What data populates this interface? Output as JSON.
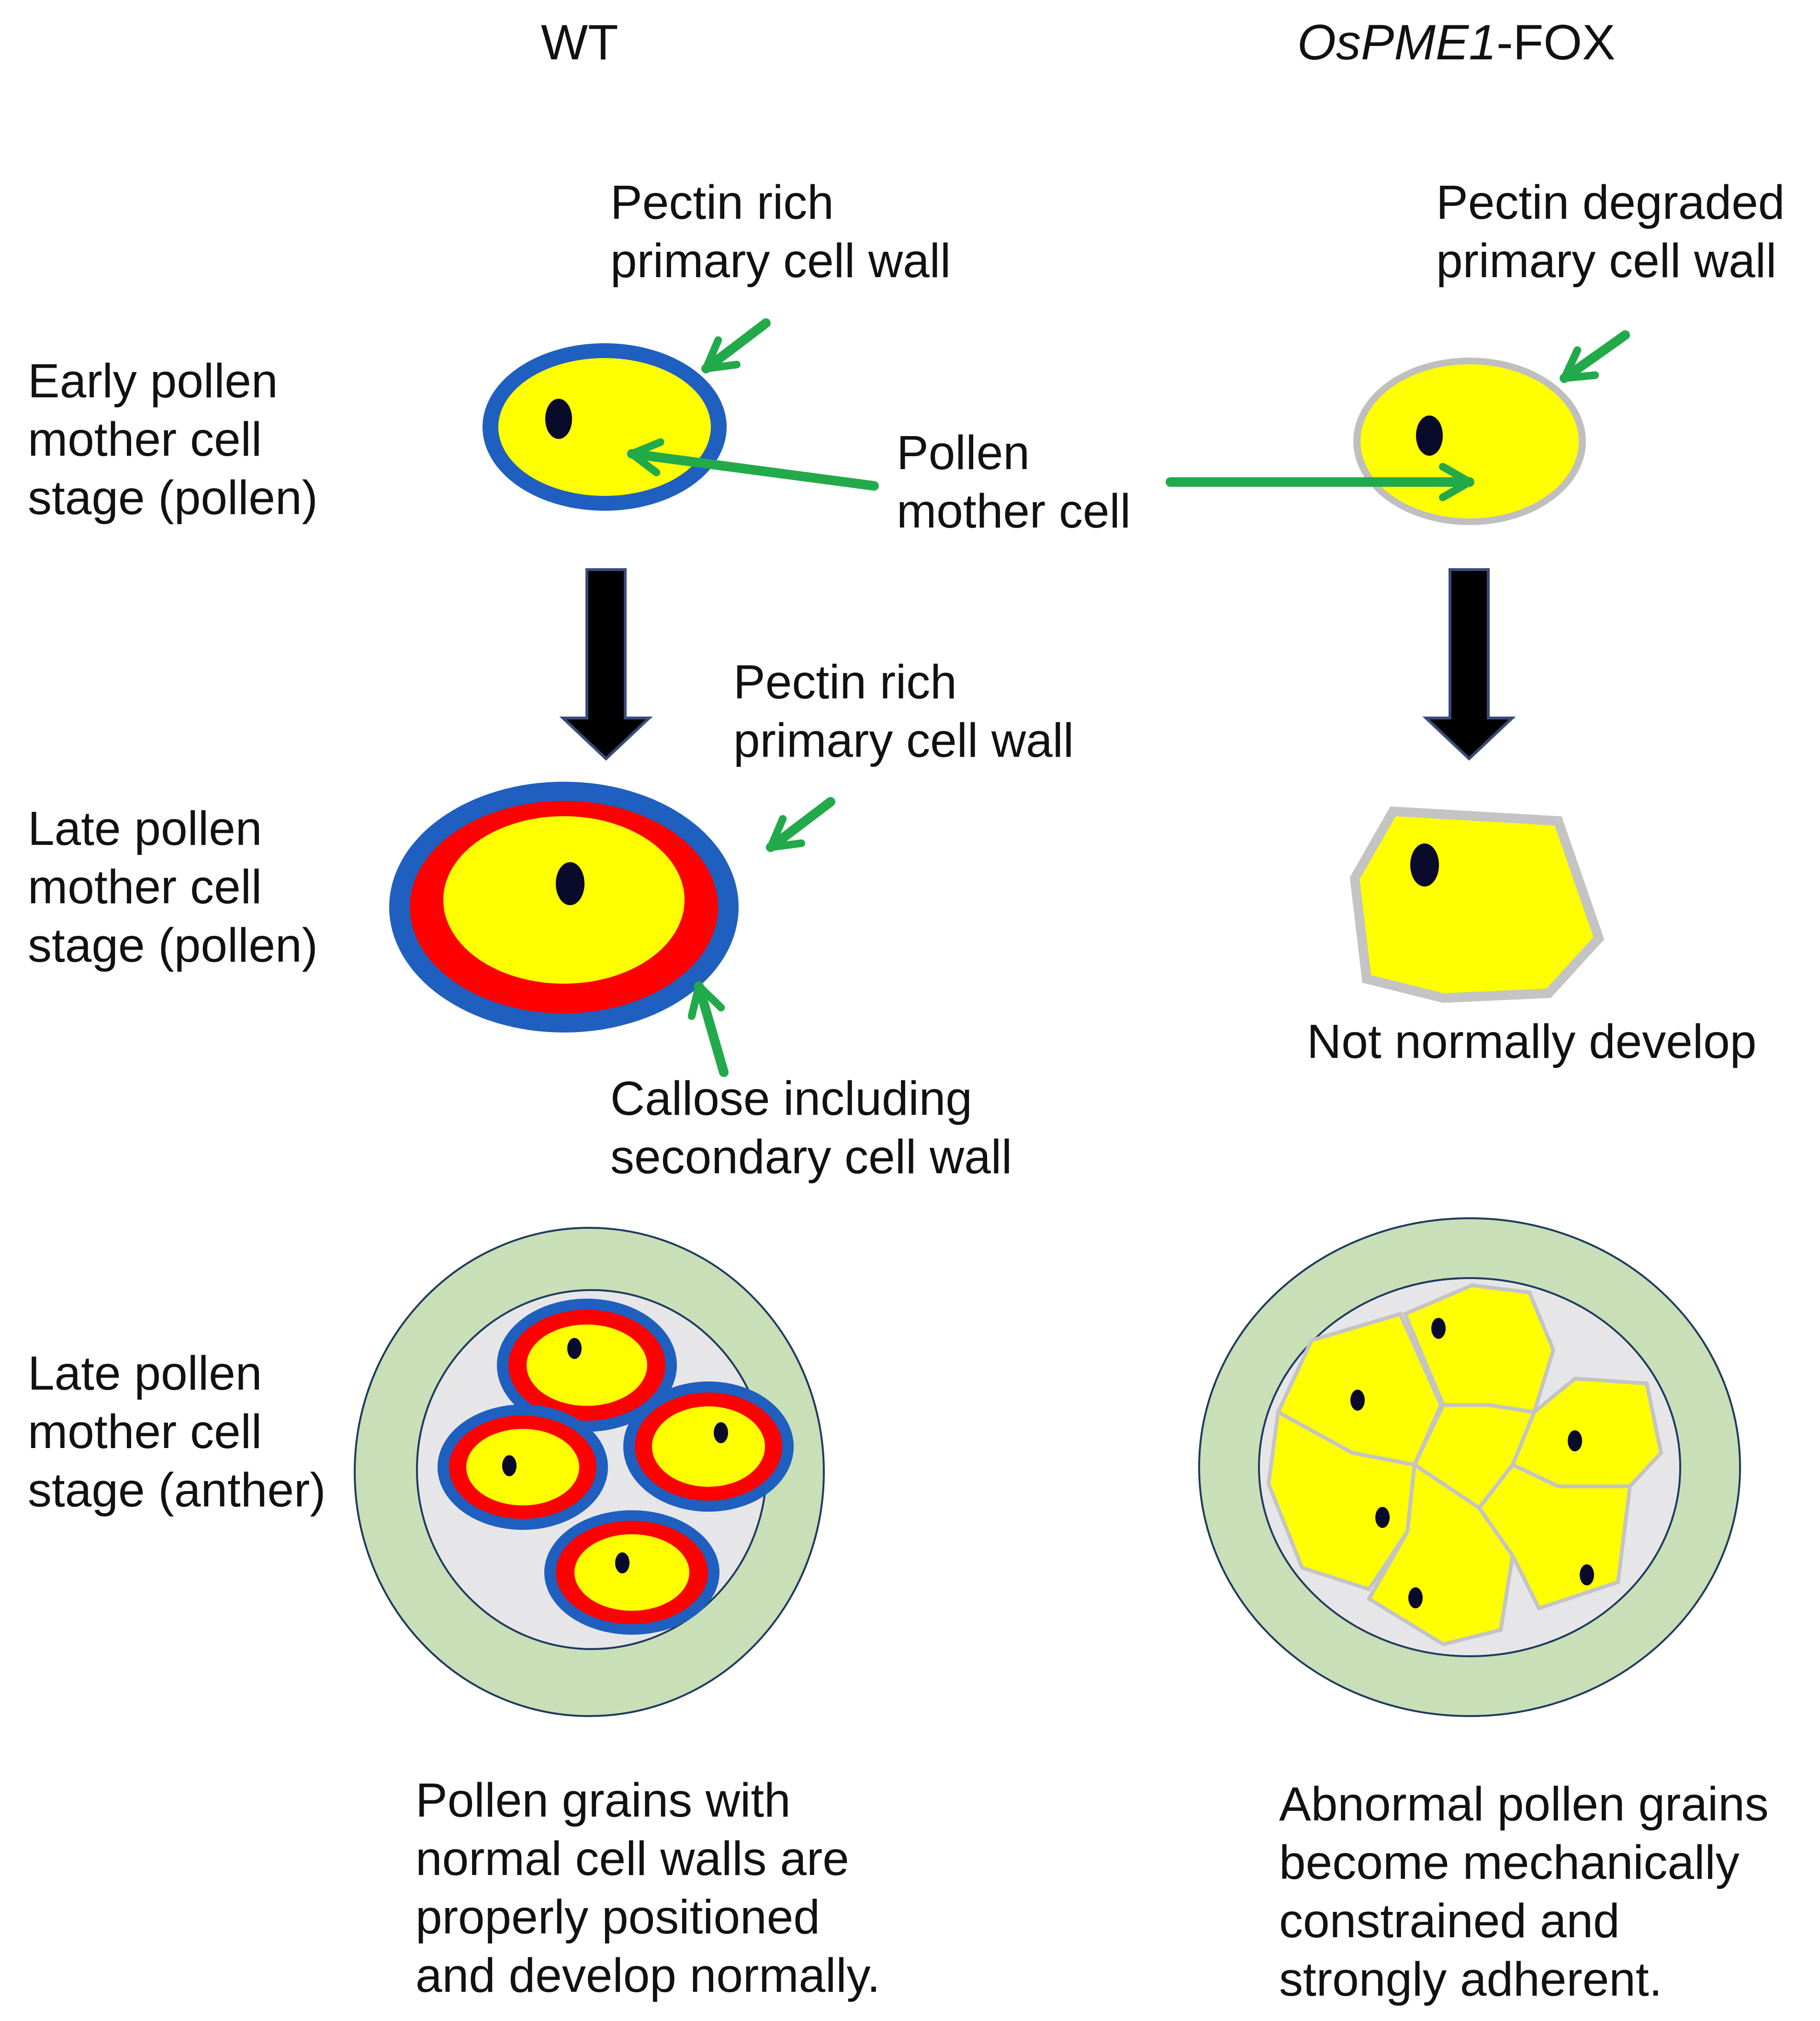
{
  "columns": {
    "wt": "WT",
    "fox_italic": "OsPME1",
    "fox_suffix": "-FOX"
  },
  "rows": {
    "early": [
      "Early pollen",
      "mother cell",
      "stage (pollen)"
    ],
    "late": [
      "Late pollen",
      "mother cell",
      "stage (pollen)"
    ],
    "anther": [
      "Late pollen",
      "mother cell",
      "stage (anther)"
    ]
  },
  "annotations": {
    "wt_early_wall": [
      "Pectin rich",
      "primary cell wall"
    ],
    "fox_early_wall": [
      "Pectin degraded",
      "primary cell wall"
    ],
    "pollen_mother_cell": [
      "Pollen",
      "mother cell"
    ],
    "wt_late_wall": [
      "Pectin rich",
      "primary cell wall"
    ],
    "callose": [
      "Callose including",
      "secondary cell wall"
    ],
    "fox_late": "Not normally develop"
  },
  "captions": {
    "wt": [
      "Pollen grains with",
      "normal cell walls are",
      "properly positioned",
      "and develop normally."
    ],
    "fox": [
      "Abnormal pollen grains",
      "become mechanically",
      "constrained and",
      "strongly adherent."
    ]
  },
  "colors": {
    "cytoplasm": "#ffff00",
    "nucleus": "#0a0a2a",
    "pectin_rich_wall": "#1f5fbf",
    "callose_wall": "#ff0000",
    "degraded_wall": "#bfbfbf",
    "pointer_arrow": "#22aa4a",
    "stage_arrow": "#000000",
    "anther_wall": "#c8dfb8",
    "locule": "#e6e6e8"
  },
  "icons": {
    "pointer": "green-arrow",
    "stage_transition": "black-down-arrow"
  }
}
